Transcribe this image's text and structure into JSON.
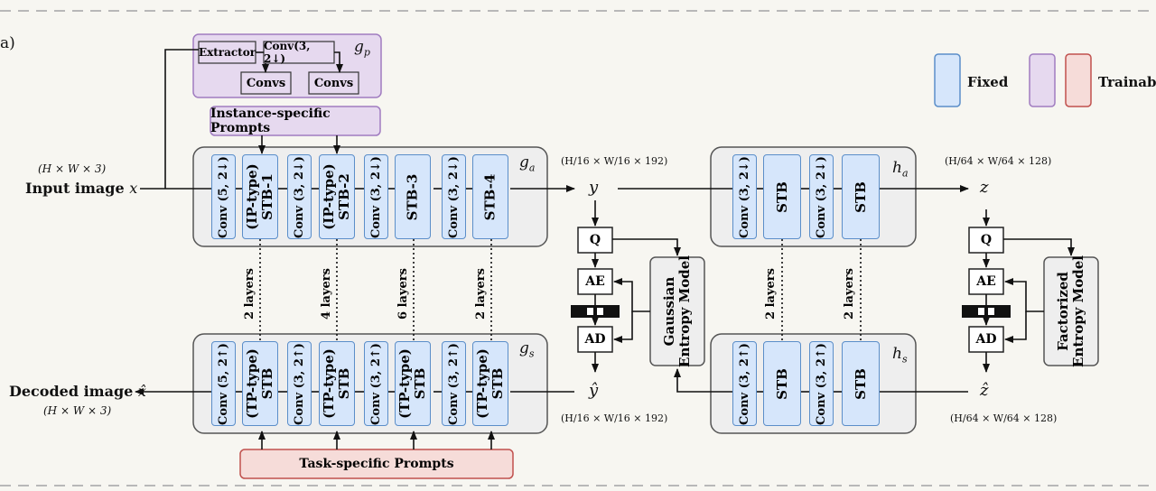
{
  "panel_label": "a)",
  "legend": {
    "fixed": "Fixed",
    "trainable": "Trainable",
    "colors": {
      "fixed": "#d6e6fb",
      "trainable_purple": "#e6d9ef",
      "trainable_red": "#f6dcd9"
    }
  },
  "gp": {
    "label": "g",
    "sub": "p",
    "extractor": "Extractor",
    "conv_down": "Conv(3, 2↓)",
    "convs1": "Convs",
    "convs2": "Convs"
  },
  "instance_prompts": "Instance-specific Prompts",
  "task_prompts": "Task-specific Prompts",
  "ga": {
    "label": "g",
    "sub": "a",
    "blocks": [
      "Conv (5, 2↓)",
      "(IP-type)|STB-1",
      "Conv (3, 2↓)",
      "(IP-type)|STB-2",
      "Conv (3, 2↓)",
      "STB-3",
      "Conv (3, 2↓)",
      "STB-4"
    ]
  },
  "gs": {
    "label": "g",
    "sub": "s",
    "blocks": [
      "Conv (5, 2↑)",
      "(TP-type)|STB",
      "Conv (3, 2↑)",
      "(TP-type)|STB",
      "Conv (3, 2↑)",
      "(TP-type)|STB",
      "Conv (3, 2↑)",
      "(TP-type)|STB"
    ]
  },
  "layers": [
    "2 layers",
    "4 layers",
    "6 layers",
    "2 layers"
  ],
  "ha": {
    "label": "h",
    "sub": "a",
    "blocks": [
      "Conv (3, 2↓)",
      "STB",
      "Conv (3, 2↓)",
      "STB"
    ]
  },
  "hs": {
    "label": "h",
    "sub": "s",
    "blocks": [
      "Conv (3, 2↑)",
      "STB",
      "Conv (3, 2↑)",
      "STB"
    ]
  },
  "hyper_layers": [
    "2 layers",
    "2 layers"
  ],
  "input": {
    "label": "Input image",
    "var": "x",
    "dims": "(H × W × 3)"
  },
  "output": {
    "label": "Decoded image",
    "var": "x̂",
    "dims": "(H × W × 3)"
  },
  "y": {
    "var": "y",
    "dims": "(H/16 × W/16 × 192)"
  },
  "y_hat": {
    "var": "ŷ",
    "dims": "(H/16 × W/16 × 192)"
  },
  "z": {
    "var": "z",
    "dims": "(H/64 × W/64 × 128)"
  },
  "z_hat": {
    "var": "ẑ",
    "dims": "(H/64 × W/64 × 128)"
  },
  "coder": {
    "q": "Q",
    "ae": "AE",
    "ad": "AD"
  },
  "gaussian_model": "Gaussian|Entropy Model",
  "factorized_model": "Factorized|Entropy Model"
}
